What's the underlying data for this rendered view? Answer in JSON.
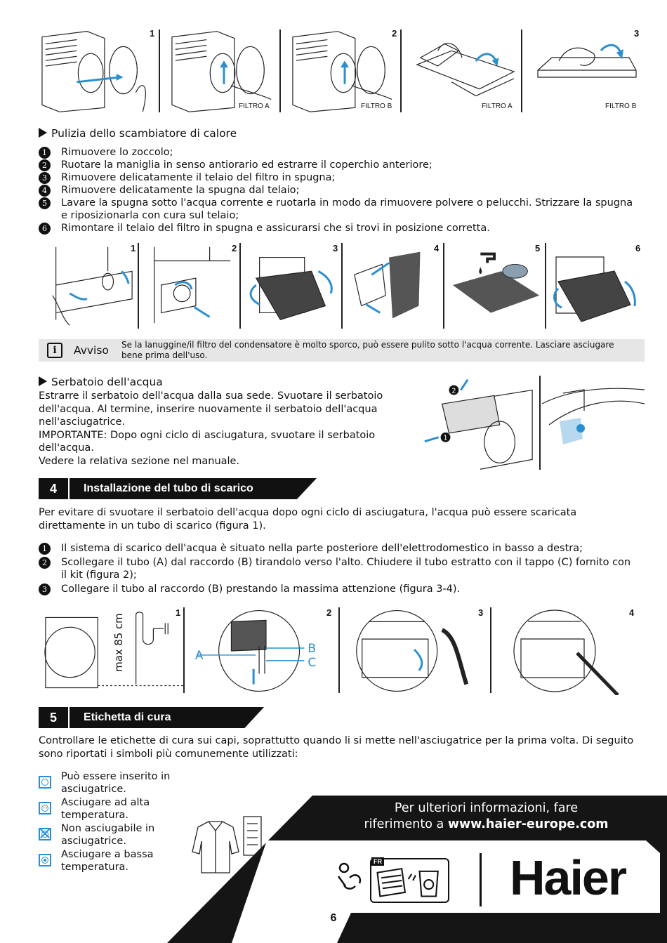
{
  "top_figures": {
    "numbers": [
      "1",
      "2",
      "3"
    ],
    "captions": [
      "FILTRO A",
      "FILTRO B",
      "FILTRO A",
      "FILTRO B"
    ]
  },
  "heat_exchanger": {
    "title": "Pulizia dello scambiatore di calore",
    "steps": [
      {
        "n": "1",
        "text": "Rimuovere lo zoccolo;"
      },
      {
        "n": "2",
        "text": "Ruotare la maniglia in senso antiorario ed estrarre il coperchio anteriore;"
      },
      {
        "n": "3",
        "text": "Rimuovere delicatamente il telaio del filtro in spugna;"
      },
      {
        "n": "4",
        "text": "Rimuovere delicatamente la spugna dal telaio;"
      },
      {
        "n": "5",
        "text": "Lavare la spugna sotto l'acqua corrente e ruotarla in modo da rimuovere polvere o pelucchi. Strizzare la spugna e riposizionarla con cura sul telaio;"
      },
      {
        "n": "6",
        "text": "Rimontare il telaio del filtro in spugna e assicurarsi che si trovi in posizione corretta."
      }
    ],
    "figure_numbers": [
      "1",
      "2",
      "3",
      "4",
      "5",
      "6"
    ]
  },
  "notice": {
    "label": "Avviso",
    "text": "Se la lanuggine/il filtro del condensatore è molto sporco, può essere pulito sotto l'acqua corrente. Lasciare asciugare bene prima dell'uso."
  },
  "water_tank": {
    "title": "Serbatoio dell'acqua",
    "body": "Estrarre il serbatoio dell'acqua dalla sua sede. Svuotare il serbatoio dell'acqua. Al termine, inserire nuovamente il serbatoio dell'acqua nell'asciugatrice.",
    "important": "IMPORTANTE: Dopo ogni ciclo di asciugatura, svuotare il serbatoio dell'acqua.",
    "see": "Vedere la relativa sezione nel manuale."
  },
  "section4": {
    "number": "4",
    "title": "Installazione del tubo di scarico",
    "intro": "Per evitare di svuotare il serbatoio dell'acqua dopo ogni ciclo di asciugatura, l'acqua può essere scaricata direttamente in un tubo di scarico (figura 1).",
    "steps": [
      {
        "n": "1",
        "text": "Il sistema di scarico dell'acqua è situato nella parte posteriore dell'elettrodomestico in basso a destra;"
      },
      {
        "n": "2",
        "text": "Scollegare il tubo (A) dal raccordo (B) tirandolo verso l'alto. Chiudere il tubo estratto con il tappo (C) fornito con il kit (figura 2);"
      },
      {
        "n": "3",
        "text": "Collegare il tubo al raccordo (B) prestando la massima attenzione (figura 3-4)."
      }
    ],
    "figure_numbers": [
      "1",
      "2",
      "3",
      "4"
    ],
    "max_label": "max 85 cm",
    "labels": {
      "a": "A",
      "b": "B",
      "c": "C"
    }
  },
  "section5": {
    "number": "5",
    "title": "Etichetta di cura",
    "intro": "Controllare le etichette di cura sui capi, soprattutto quando li si mette nell'asciugatrice per la prima volta. Di seguito sono riportati i simboli più comunemente utilizzati:",
    "symbols": [
      {
        "icon": "tumble-dry-icon",
        "text": "Può essere inserito in asciugatrice."
      },
      {
        "icon": "tumble-dry-high-icon",
        "text": "Asciugare ad alta temperatura."
      },
      {
        "icon": "no-tumble-dry-icon",
        "text": "Non asciugabile in asciugatrice."
      },
      {
        "icon": "tumble-dry-low-icon",
        "text": "Asciugare a bassa temperatura."
      }
    ]
  },
  "footer": {
    "info_line1": "Per ulteriori informazioni, fare",
    "info_line2_prefix": "riferimento a ",
    "info_url": "www.haier-europe.com",
    "fr_badge": "FR",
    "brand": "Haier",
    "page_number": "6"
  },
  "colors": {
    "accent_blue": "#2a8fd0",
    "dark": "#111111",
    "notice_bg": "#e6e6e6"
  }
}
